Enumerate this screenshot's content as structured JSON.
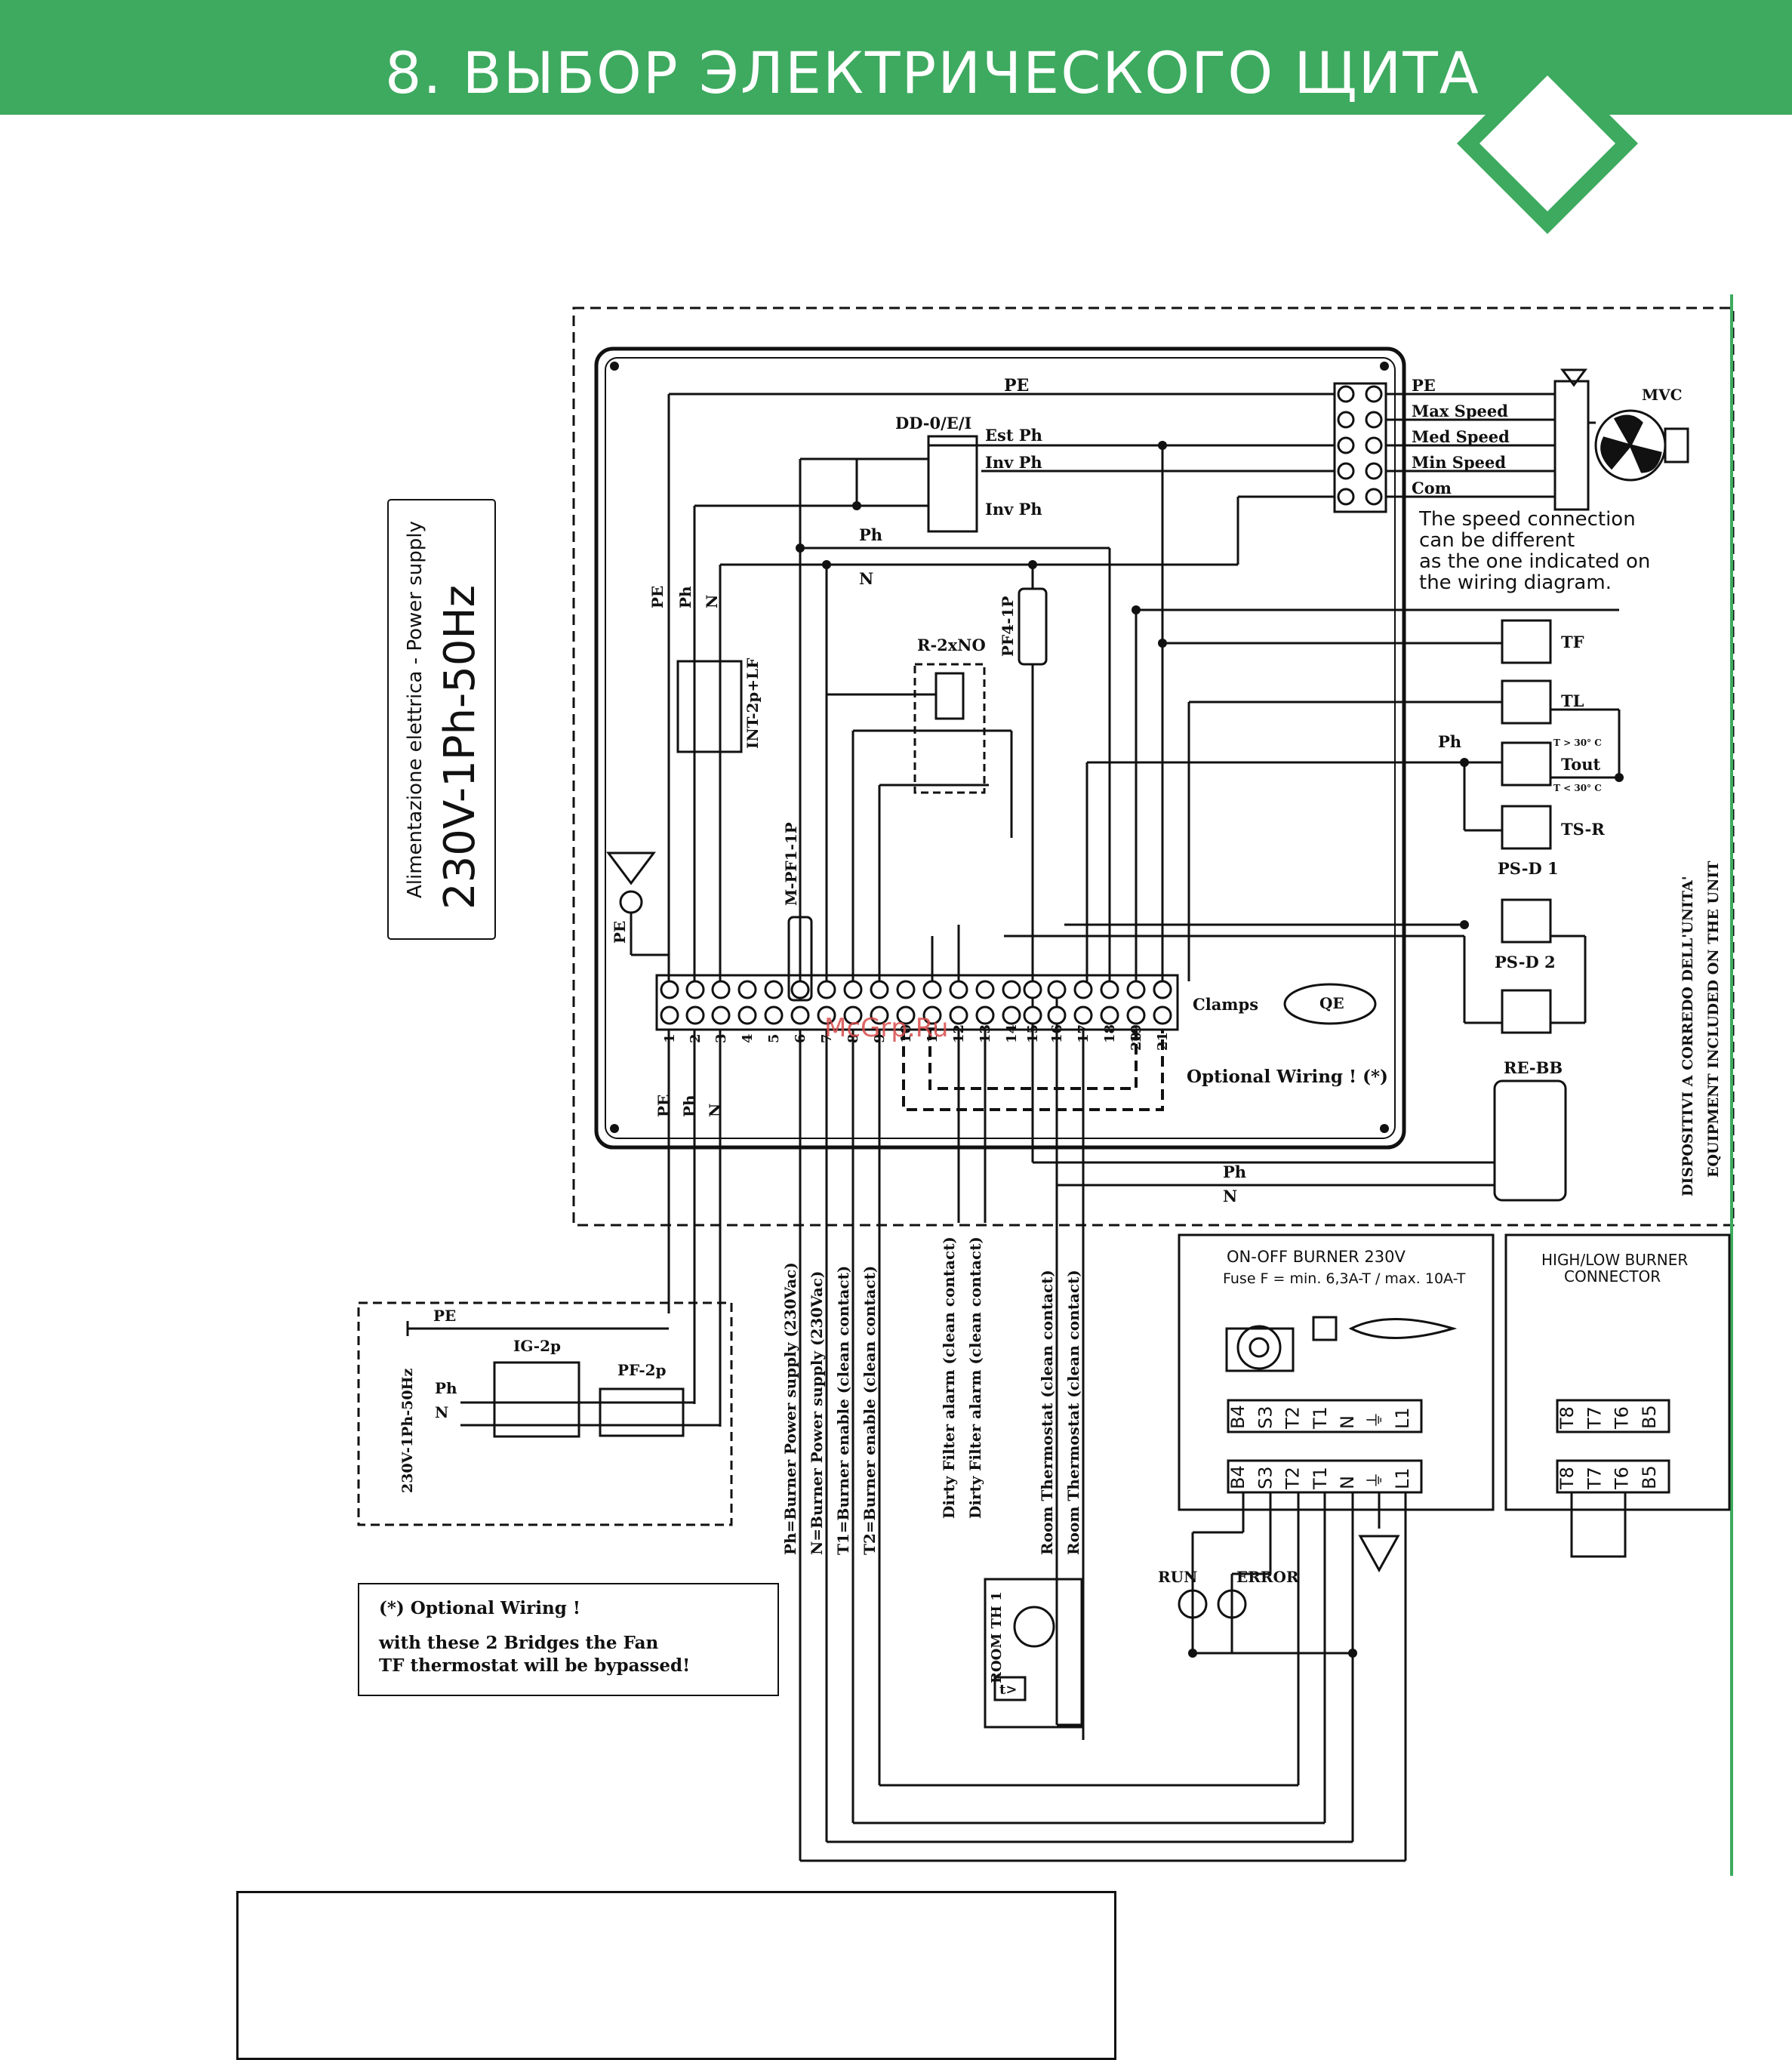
{
  "header": {
    "title": "8. ВЫБОР ЭЛЕКТРИЧЕСКОГО ЩИТА",
    "color": "#3daa5f"
  },
  "power": {
    "caption_it": "Alimentazione elettrica - Power supply",
    "caption_main": "230V-1Ph-50Hz",
    "ext_voltage": "230V-1Ph-50Hz"
  },
  "labels": {
    "pe": "PE",
    "ph": "Ph",
    "n": "N",
    "dd": "DD-0/E/I",
    "est_ph": "Est Ph",
    "inv_ph": "Inv Ph",
    "max_speed": "Max Speed",
    "med_speed": "Med Speed",
    "min_speed": "Min Speed",
    "com": "Com",
    "mvc": "MVC",
    "speed_note": [
      "The speed connection",
      "can be different",
      "as the one indicated on",
      "the wiring diagram."
    ],
    "tf": "TF",
    "tl": "TL",
    "tout": "Tout",
    "tsr": "TS-R",
    "t_hi": "T > 30° C",
    "t_lo": "T < 30° C",
    "psd1": "PS-D 1",
    "psd2": "PS-D 2",
    "rebb": "RE-BB",
    "r2xno": "R-2xNO",
    "pf4": "PF4-1P",
    "int": "INT-2p+LF",
    "mpf": "M-PF1-1P",
    "clamps": "Clamps",
    "qe": "QE",
    "optional": "Optional Wiring ! (*)",
    "ig": "IG-2p",
    "pf2": "PF-2p",
    "dispositivi": "DISPOSITIVI A CORREDO DELL'UNITA'",
    "equipment": "EQUIPMENT INCLUDED ON THE UNIT",
    "room_th": "ROOM TH 1",
    "t_sym": "t>",
    "run": "RUN",
    "error": "ERROR"
  },
  "terminals": [
    "1",
    "2",
    "3",
    "4",
    "5",
    "6",
    "7",
    "8",
    "9",
    "10",
    "11",
    "12",
    "13",
    "14",
    "15",
    "16",
    "17",
    "18",
    "19",
    "20",
    "21"
  ],
  "vertical_labels": [
    "Ph=Burner Power supply (230Vac)",
    "N=Burner Power supply (230Vac)",
    "T1=Burner enable (clean contact)",
    "T2=Burner enable (clean contact)",
    "Dirty Filter alarm (clean contact)",
    "Dirty Filter alarm (clean contact)",
    "Room Thermostat (clean contact)",
    "Room Thermostat (clean contact)"
  ],
  "burner": {
    "title": "ON-OFF BURNER 230V",
    "fuse": "Fuse F = min. 6,3A-T / max. 10A-T",
    "pins": [
      "B4",
      "S3",
      "T2",
      "T1",
      "N",
      "⏚",
      "L1"
    ]
  },
  "highlow": {
    "title_line1": "HIGH/LOW BURNER",
    "title_line2": "CONNECTOR",
    "pins": [
      "T8",
      "T7",
      "T6",
      "B5"
    ]
  },
  "note": {
    "line1": "(*) Optional Wiring !",
    "line2": "with these 2 Bridges the Fan",
    "line3": "TF thermostat will be bypassed!"
  },
  "watermark": "McGrp.Ru"
}
